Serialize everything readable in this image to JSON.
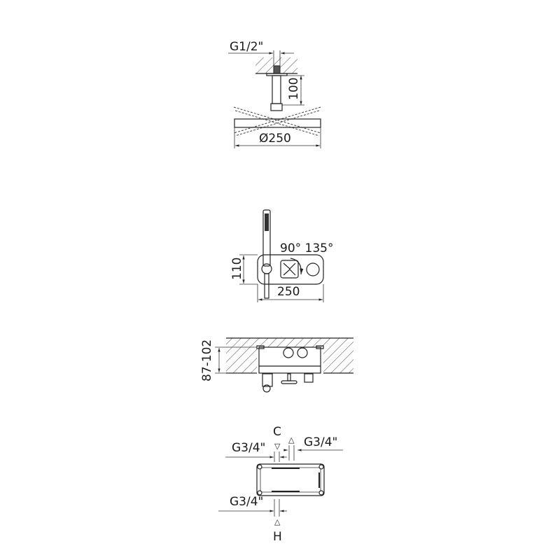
{
  "ceiling_shower": {
    "thread_label": "G1/2\"",
    "arm_length_label": "100",
    "diameter_label": "Ø250"
  },
  "wall_mixer": {
    "angles_label": "90° 135°",
    "height_label": "110",
    "width_label": "250"
  },
  "embedded_box": {
    "depth_label": "87-102"
  },
  "connections": {
    "cold_thread_label": "G3/4\"",
    "cold_label": "C",
    "outlet_thread_label": "G3/4\"",
    "hot_thread_label": "G3/4\"",
    "hot_label": "H"
  },
  "colors": {
    "line": "#222222",
    "background": "#ffffff"
  }
}
